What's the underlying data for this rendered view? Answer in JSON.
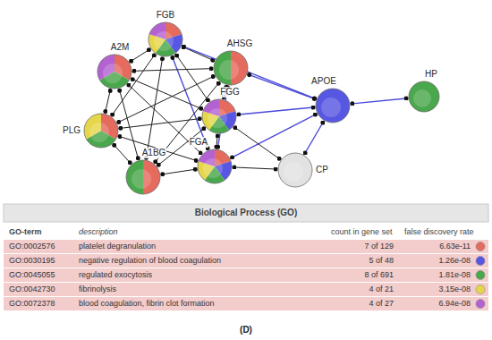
{
  "diagram": {
    "caption": "(D)",
    "nodes": [
      {
        "text": [
          "FGB"
        ]
      },
      {
        "text": [
          "A2M"
        ]
      },
      {
        "text": [
          "AHSG"
        ]
      },
      {
        "text": [
          "HP"
        ]
      },
      {
        "text": [
          "APOE"
        ]
      },
      {
        "text": [
          "FGG"
        ]
      },
      {
        "text": [
          "PLG"
        ]
      },
      {
        "text": [
          "CP"
        ]
      },
      {
        "text": [
          "FGA"
        ]
      },
      {
        "text": [
          "A1BG"
        ]
      }
    ],
    "edges": [
      {
        "from": 0,
        "to": 1,
        "arrow": "none"
      },
      {
        "from": 0,
        "to": 2,
        "arrow": "none"
      },
      {
        "from": 0,
        "to": 5,
        "arrow": "none"
      },
      {
        "from": 0,
        "to": 6,
        "arrow": "none"
      },
      {
        "from": 0,
        "to": 8,
        "arrow": "none"
      },
      {
        "from": 0,
        "to": 9,
        "arrow": "none"
      },
      {
        "from": 0,
        "to": 4,
        "arrow": "none"
      },
      {
        "from": 1,
        "to": 2,
        "arrow": "none"
      },
      {
        "from": 1,
        "to": 5,
        "arrow": "none"
      },
      {
        "from": 1,
        "to": 6,
        "arrow": "none"
      },
      {
        "from": 1,
        "to": 8,
        "arrow": "none"
      },
      {
        "from": 1,
        "to": 9,
        "arrow": "none"
      },
      {
        "from": 2,
        "to": 4,
        "arrow": "none"
      },
      {
        "from": 2,
        "to": 5,
        "arrow": "none"
      },
      {
        "from": 2,
        "to": 8,
        "arrow": "none"
      },
      {
        "from": 2,
        "to": 6,
        "arrow": "none"
      },
      {
        "from": 2,
        "to": 9,
        "arrow": "none"
      },
      {
        "from": 3,
        "to": 4,
        "arrow": "none"
      },
      {
        "from": 4,
        "to": 5,
        "arrow": "none"
      },
      {
        "from": 4,
        "to": 8,
        "arrow": "none"
      },
      {
        "from": 4,
        "to": 7,
        "arrow": "none"
      },
      {
        "from": 5,
        "to": 6,
        "arrow": "none"
      },
      {
        "from": 5,
        "to": 8,
        "arrow": "none"
      },
      {
        "from": 5,
        "to": 9,
        "arrow": "none"
      },
      {
        "from": 5,
        "to": 7,
        "arrow": "none"
      },
      {
        "from": 6,
        "to": 8,
        "arrow": "none"
      },
      {
        "from": 6,
        "to": 9,
        "arrow": "none"
      },
      {
        "from": 7,
        "to": 8,
        "arrow": "none"
      },
      {
        "from": 8,
        "to": 9,
        "arrow": "none"
      }
    ],
    "labels": [
      "Biological Process (GO)",
      "GO-term",
      "description",
      "count in gene set",
      "false discovery rate",
      "GO:0002576",
      "platelet degranulation",
      "7 of 129",
      "6.63e-11",
      "GO:0030195",
      "negative regulation of blood coagulation",
      "5 of 48",
      "1.26e-08",
      "GO:0045055",
      "regulated exocytosis",
      "8 of 691",
      "1.81e-08",
      "GO:0042730",
      "fibrinolysis",
      "4 of 21",
      "3.15e-08",
      "GO:0072378",
      "blood coagulation, fibrin clot formation",
      "4 of 27",
      "6.94e-08"
    ]
  }
}
